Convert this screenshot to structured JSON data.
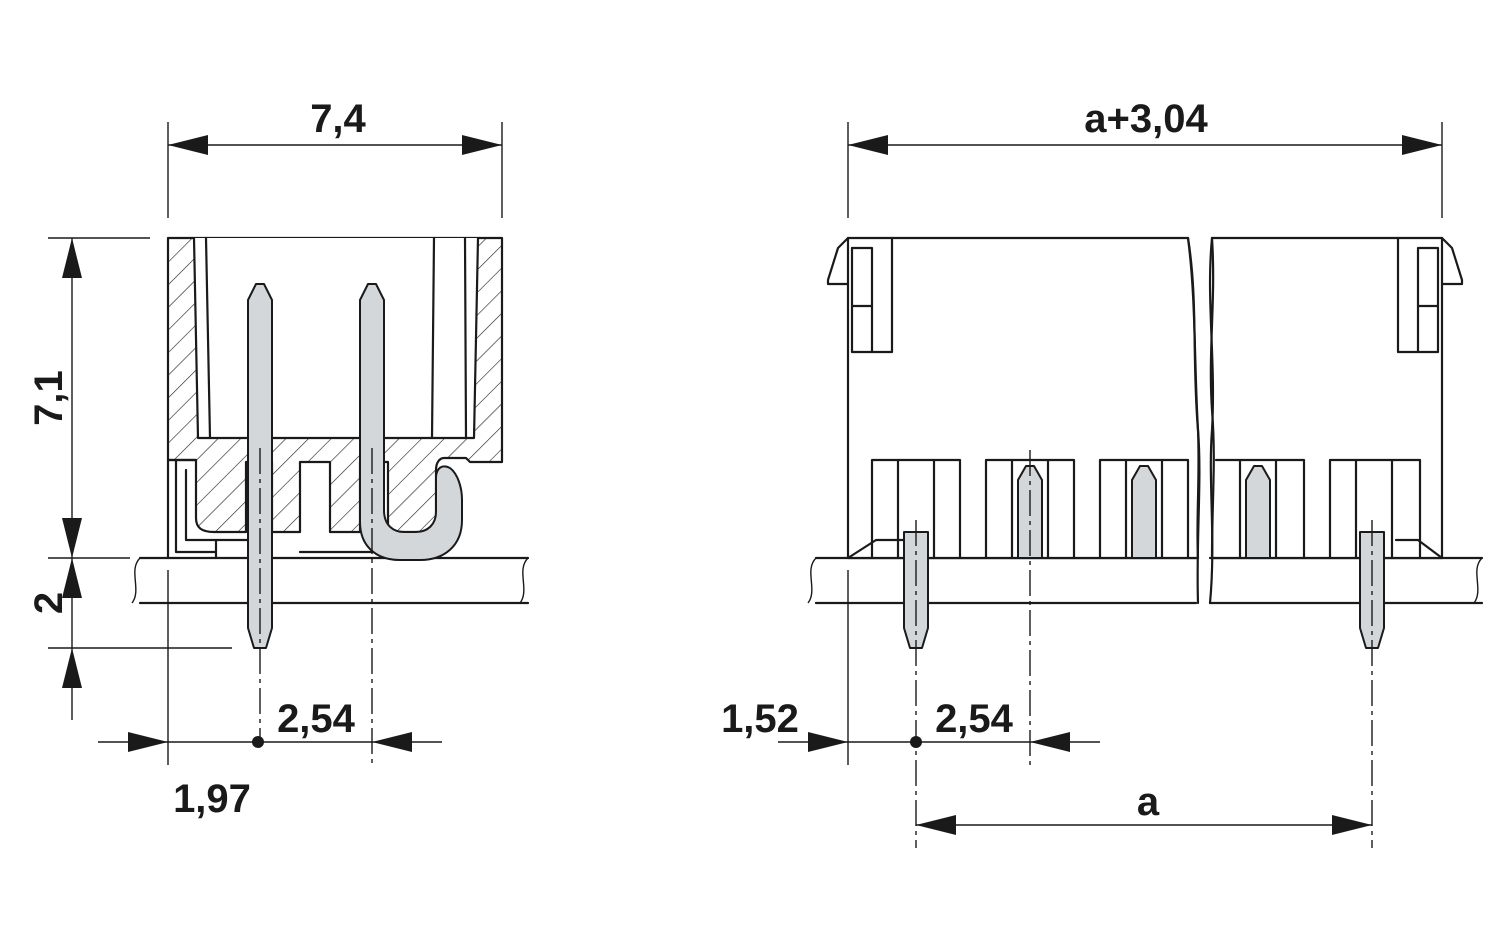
{
  "colors": {
    "line": "#1a1a1a",
    "pin_fill": "#d4d7da",
    "background": "#ffffff"
  },
  "side_view": {
    "width_label": "7,4",
    "height_label": "7,1",
    "pin_length_label": "2",
    "pitch_label": "2,54",
    "offset_label": "1,97"
  },
  "front_view": {
    "total_width_label": "a+3,04",
    "pitch_label": "2,54",
    "offset_label": "1,52",
    "span_label": "a"
  }
}
